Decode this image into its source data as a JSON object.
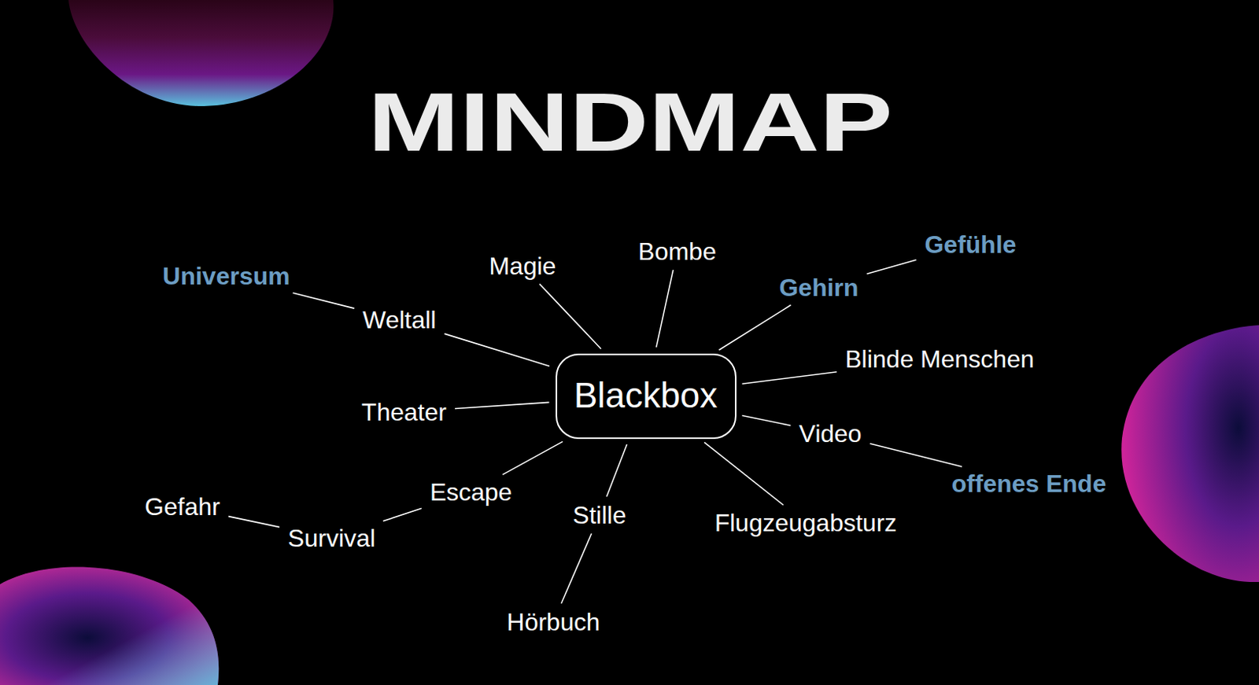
{
  "diagram": {
    "title": "MINDMAP",
    "nodes": [
      {
        "text": [
          "Blackbox"
        ]
      },
      {
        "text": [
          "Gefühle"
        ]
      },
      {
        "text": [
          "Bombe"
        ]
      },
      {
        "text": [
          "Magie"
        ]
      },
      {
        "text": [
          "Universum"
        ]
      },
      {
        "text": [
          "Gehirn"
        ]
      },
      {
        "text": [
          "Weltall"
        ]
      },
      {
        "text": [
          "Blinde Menschen"
        ]
      },
      {
        "text": [
          "Theater"
        ]
      },
      {
        "text": [
          "Video"
        ]
      },
      {
        "text": [
          "offenes Ende"
        ]
      },
      {
        "text": [
          "Escape"
        ]
      },
      {
        "text": [
          "Gefahr"
        ]
      },
      {
        "text": [
          "Stille"
        ]
      },
      {
        "text": [
          "Flugzeugabsturz"
        ]
      },
      {
        "text": [
          "Survival"
        ]
      },
      {
        "text": [
          "Hörbuch"
        ]
      }
    ],
    "edges": [
      {
        "from": 0,
        "to": 6,
        "arrow": "none"
      },
      {
        "from": 6,
        "to": 4,
        "arrow": "none"
      },
      {
        "from": 0,
        "to": 3,
        "arrow": "none"
      },
      {
        "from": 0,
        "to": 2,
        "arrow": "none"
      },
      {
        "from": 0,
        "to": 5,
        "arrow": "none"
      },
      {
        "from": 5,
        "to": 1,
        "arrow": "none"
      },
      {
        "from": 0,
        "to": 7,
        "arrow": "none"
      },
      {
        "from": 0,
        "to": 8,
        "arrow": "none"
      },
      {
        "from": 0,
        "to": 9,
        "arrow": "none"
      },
      {
        "from": 9,
        "to": 10,
        "arrow": "none"
      },
      {
        "from": 0,
        "to": 11,
        "arrow": "none"
      },
      {
        "from": 11,
        "to": 15,
        "arrow": "none"
      },
      {
        "from": 15,
        "to": 12,
        "arrow": "none"
      },
      {
        "from": 0,
        "to": 13,
        "arrow": "none"
      },
      {
        "from": 13,
        "to": 16,
        "arrow": "none"
      },
      {
        "from": 0,
        "to": 14,
        "arrow": "none"
      }
    ]
  }
}
